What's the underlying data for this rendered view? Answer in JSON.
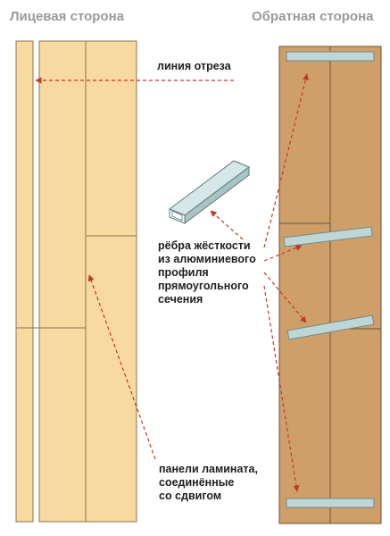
{
  "titles": {
    "front_side": "Лицевая сторона",
    "back_side": "Обратная сторона"
  },
  "labels": {
    "cut_line": "линия отреза",
    "ribs": [
      "рёбра жёсткости",
      "из алюминиевого",
      "профиля",
      "прямоугольного",
      "сечения"
    ],
    "panels": [
      "панели ламината,",
      "соединённые",
      "со сдвигом"
    ]
  },
  "colors": {
    "front_panel": "#f8d9a0",
    "back_panel": "#cf9f6a",
    "aluminum_profile": "#bfd6d6",
    "arrow": "#c0392b",
    "title": "#9a9a9a"
  }
}
